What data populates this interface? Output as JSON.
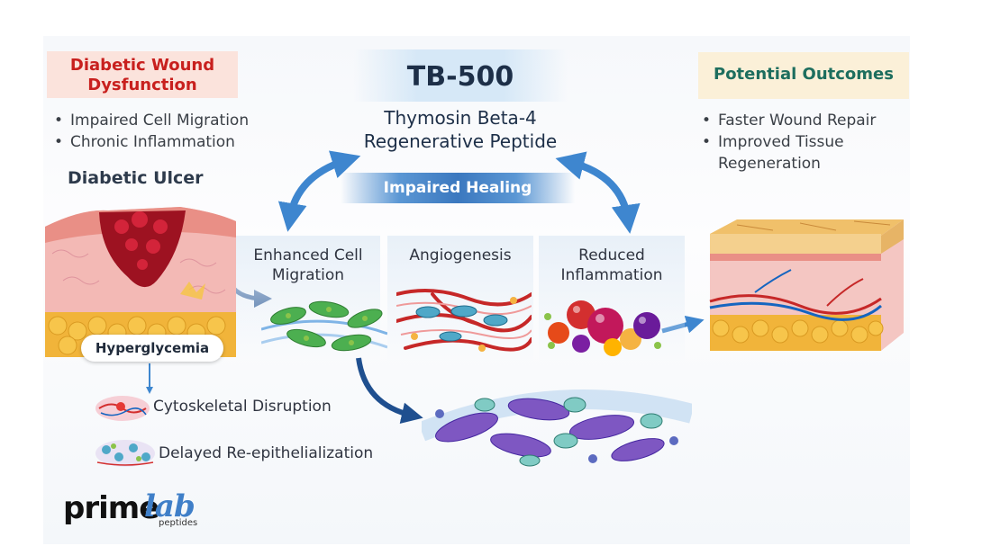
{
  "dysfunction": {
    "title": "Diabetic Wound Dysfunction",
    "items": [
      "Impaired Cell Migration",
      "Chronic Inflammation"
    ]
  },
  "center": {
    "title": "TB-500",
    "subtitle_line1": "Thymosin Beta-4",
    "subtitle_line2": "Regenerative Peptide",
    "impaired_label": "Impaired Healing"
  },
  "outcomes": {
    "title": "Potential Outcomes",
    "item1": "Faster Wound Repair",
    "item2_line1": "Improved Tissue",
    "item2_line2": "Regeneration"
  },
  "ulcer": {
    "title": "Diabetic Ulcer",
    "hyperglycemia": "Hyperglycemia"
  },
  "mechanisms": {
    "migration_line1": "Enhanced Cell",
    "migration_line2": "Migration",
    "angiogenesis": "Angiogenesis",
    "inflammation_line1": "Reduced",
    "inflammation_line2": "Inflammation"
  },
  "effects": {
    "cytoskeletal": "Cytoskeletal Disruption",
    "reepithelialization": "Delayed Re-epithelialization"
  },
  "logo": {
    "part1": "prime",
    "part2": "lab",
    "part3": "peptides"
  },
  "colors": {
    "dysfunction_red": "#c8201e",
    "outcomes_teal": "#1d6e5e",
    "arrow_blue": "#3e86cf",
    "navy": "#1d2f48"
  }
}
